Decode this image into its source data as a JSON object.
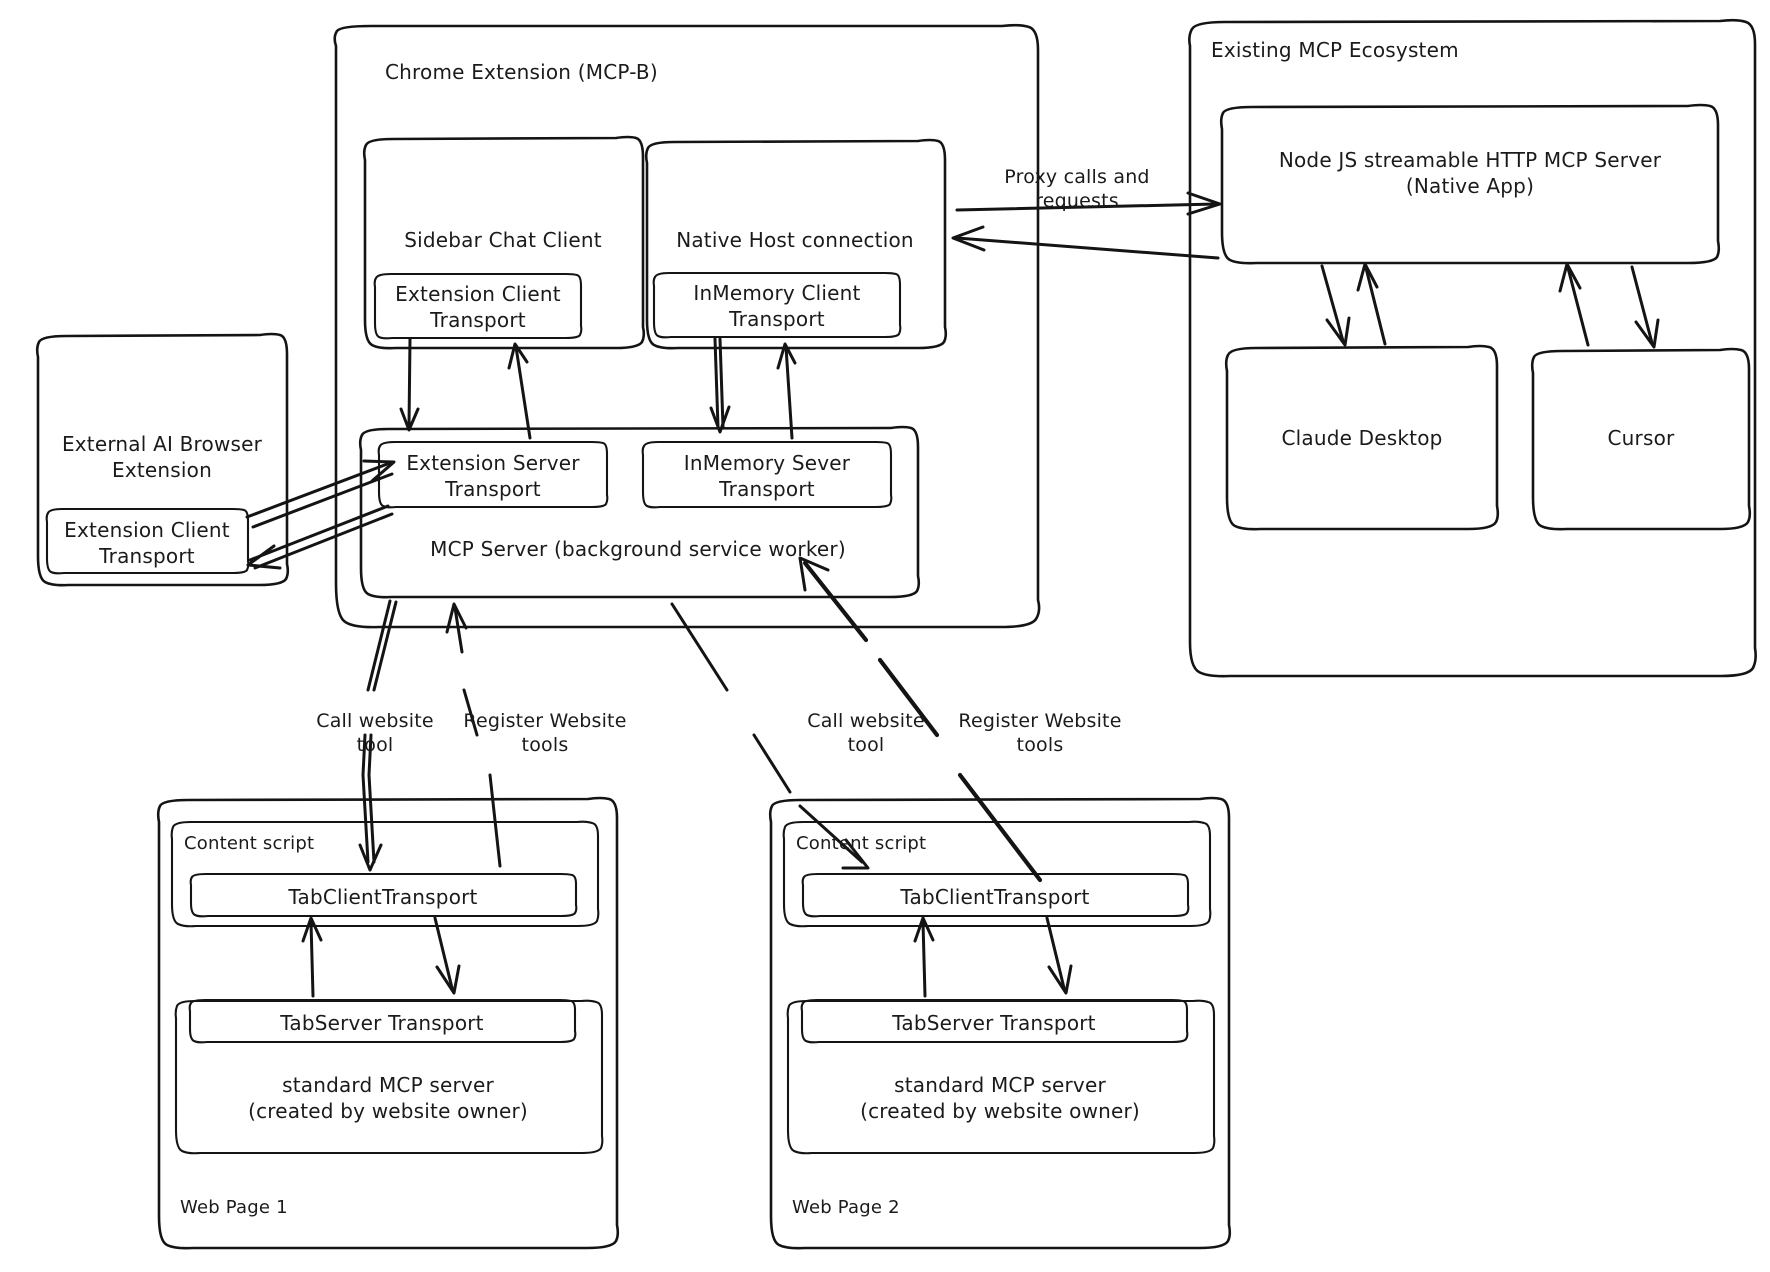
{
  "diagram": {
    "title": "MCP-B Chrome Extension Architecture",
    "style": "hand-drawn excalidraw",
    "stroke_color": "#141414",
    "background_color": "#ffffff"
  },
  "groups": {
    "chrome_extension": {
      "label": "Chrome Extension (MCP-B)"
    },
    "existing_ecosystem": {
      "label": "Existing MCP Ecosystem"
    },
    "external_extension": {
      "label": "External AI Browser\nExtension"
    },
    "web_page_1": {
      "label": "Web Page 1"
    },
    "web_page_2": {
      "label": "Web Page 2"
    },
    "content_script_1": {
      "label": "Content script"
    },
    "content_script_2": {
      "label": "Content script"
    }
  },
  "nodes": {
    "sidebar_chat_client": {
      "label": "Sidebar Chat Client"
    },
    "sidebar_transport": {
      "label": "Extension Client\nTransport"
    },
    "native_host_connection": {
      "label": "Native Host connection"
    },
    "native_host_transport": {
      "label": "InMemory Client\nTransport"
    },
    "mcp_server": {
      "label": "MCP Server (background service worker)"
    },
    "extension_server_transport": {
      "label": "Extension Server\nTransport"
    },
    "inmemory_server_transport": {
      "label": "InMemory Sever\nTransport"
    },
    "external_client_transport": {
      "label": "Extension Client\nTransport"
    },
    "node_js_server": {
      "label": "Node JS streamable HTTP MCP Server\n(Native App)"
    },
    "claude_desktop": {
      "label": "Claude Desktop"
    },
    "cursor": {
      "label": "Cursor"
    },
    "tab_client_transport_1": {
      "label": "TabClientTransport"
    },
    "tab_server_transport_1": {
      "label": "TabServer Transport"
    },
    "standard_mcp_server_1": {
      "label": "standard MCP server\n(created by website owner)"
    },
    "tab_client_transport_2": {
      "label": "TabClientTransport"
    },
    "tab_server_transport_2": {
      "label": "TabServer Transport"
    },
    "standard_mcp_server_2": {
      "label": "standard MCP server\n(created by website owner)"
    }
  },
  "edges": {
    "proxy": {
      "label": "Proxy calls and\nrequests"
    },
    "call_website_tool_1": {
      "label": "Call website\ntool"
    },
    "register_website_tools_1": {
      "label": "Register Website\ntools"
    },
    "call_website_tool_2": {
      "label": "Call website\ntool"
    },
    "register_website_tools_2": {
      "label": "Register Website\ntools"
    }
  }
}
